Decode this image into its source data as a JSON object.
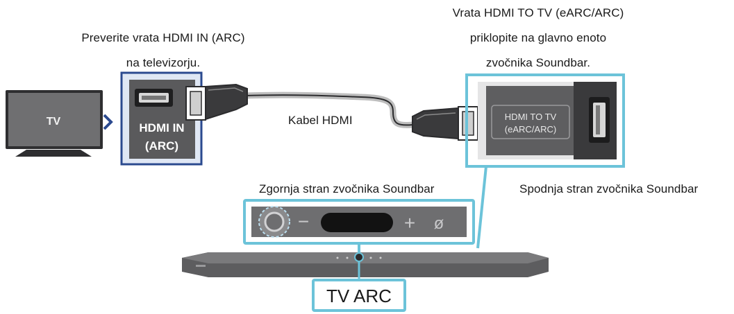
{
  "labels": {
    "tv_port_check": [
      "Preverite vrata HDMI IN (ARC)",
      "na televizorju."
    ],
    "soundbar_port_connect": [
      "Vrata HDMI TO TV (eARC/ARC)",
      "priklopite na glavno enoto",
      "zvočnika Soundbar."
    ],
    "cable": "Kabel HDMI",
    "soundbar_top": "Zgornja stran zvočnika Soundbar",
    "soundbar_bottom": "Spodnja stran zvočnika Soundbar"
  },
  "tv": {
    "screen_label": "TV",
    "port_label": [
      "HDMI IN",
      "(ARC)"
    ]
  },
  "soundbar_panel": {
    "port_label": [
      "HDMI TO TV",
      "(eARC/ARC)"
    ]
  },
  "controls": {
    "minus": "−",
    "plus": "+",
    "mic_off": "ø"
  },
  "callout": {
    "label": "TV ARC"
  },
  "colors": {
    "highlight": "#6cc3d9",
    "tv_box_border": "#2b4a8f",
    "device_gray": "#6e6e70",
    "port_panel": "#5a5a5c"
  }
}
